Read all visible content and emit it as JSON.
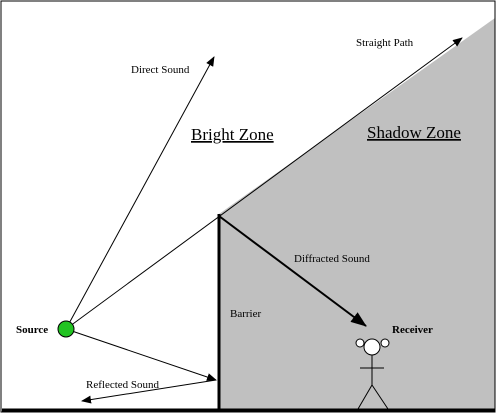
{
  "labels": {
    "straight_path": "Straight Path",
    "direct_sound": "Direct Sound",
    "bright_zone": "Bright Zone",
    "shadow_zone": "Shadow Zone",
    "diffracted_sound": "Diffracted Sound",
    "barrier": "Barrier",
    "source": "Source",
    "receiver": "Receiver",
    "reflected_sound": "Reflected Sound"
  },
  "colors": {
    "shadow_fill": "#c0c0c0",
    "source_fill": "#22c322",
    "line": "#000000",
    "background": "#ffffff"
  }
}
